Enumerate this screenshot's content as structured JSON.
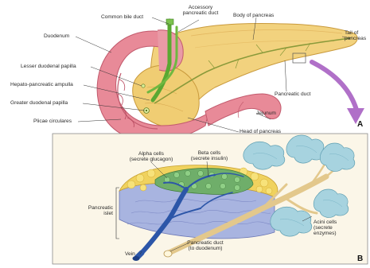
{
  "labels_a": {
    "common_bile_duct": "Common bile duct",
    "accessory_duct_1": "Accessory",
    "accessory_duct_2": "pancreatic duct",
    "body_of_pancreas": "Body of pancreas",
    "tail_1": "Tail of",
    "tail_2": "pancreas",
    "duodenum": "Duodenum",
    "lesser_papilla": "Lesser duodenal papilla",
    "ampulla": "Hepato-pancreatic ampulla",
    "greater_papilla": "Greater duodenal papilla",
    "plicae": "Plicae circulares",
    "pancreatic_duct": "Pancreatic duct",
    "jejunum": "Jejunum",
    "head_of_pancreas": "Head of pancreas"
  },
  "labels_b": {
    "alpha_1": "Alpha cells",
    "alpha_2": "(secrete glucagon)",
    "beta_1": "Beta cells",
    "beta_2": "(secrete insulin)",
    "islet_1": "Pancreatic",
    "islet_2": "islet",
    "acini_1": "Acini cells",
    "acini_2": "(secrete",
    "acini_3": "enzymes)",
    "vein": "Vein",
    "duct_1": "Pancreatic duct",
    "duct_2": "(to duodenum)"
  },
  "panel_letters": {
    "a": "A",
    "b": "B"
  },
  "colors": {
    "pancreas": "#f2d27e",
    "pancreas_dark": "#c99a3c",
    "duodenum": "#e88a98",
    "duodenum_dark": "#c25a6d",
    "bile_duct": "#5aa832",
    "arrow": "#b070c8",
    "panel_bg": "#fbf6e8",
    "acini": "#a7d3df",
    "islet_cells": "#6fae6a",
    "vein": "#2c56a8"
  }
}
